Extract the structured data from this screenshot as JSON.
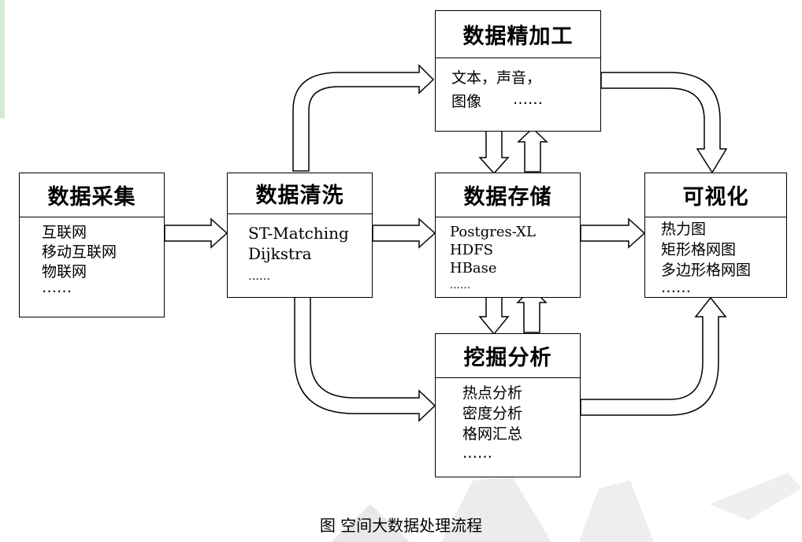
{
  "boxes": {
    "collect": {
      "title": "数据采集",
      "items": [
        "互联网",
        "移动互联网",
        "物联网",
        "……"
      ]
    },
    "clean": {
      "title": "数据清洗",
      "items": [
        "ST-Matching",
        "Dijkstra",
        "……"
      ]
    },
    "refine": {
      "title": "数据精加工",
      "items": [
        "文本，声音，",
        "图像",
        "……"
      ]
    },
    "storage": {
      "title": "数据存储",
      "items": [
        "Postgres-XL",
        "HDFS",
        "HBase",
        "……"
      ]
    },
    "mining": {
      "title": "挖掘分析",
      "items": [
        "热点分析",
        "密度分析",
        "格网汇总",
        "……"
      ]
    },
    "visual": {
      "title": "可视化",
      "items": [
        "热力图",
        "矩形格网图",
        "多边形格网图",
        "……"
      ]
    }
  },
  "caption": "图  空间大数据处理流程",
  "colors": {
    "stroke": "#000000",
    "watermark": "#e6e6e6",
    "leftbar": "#d3ecd8"
  }
}
